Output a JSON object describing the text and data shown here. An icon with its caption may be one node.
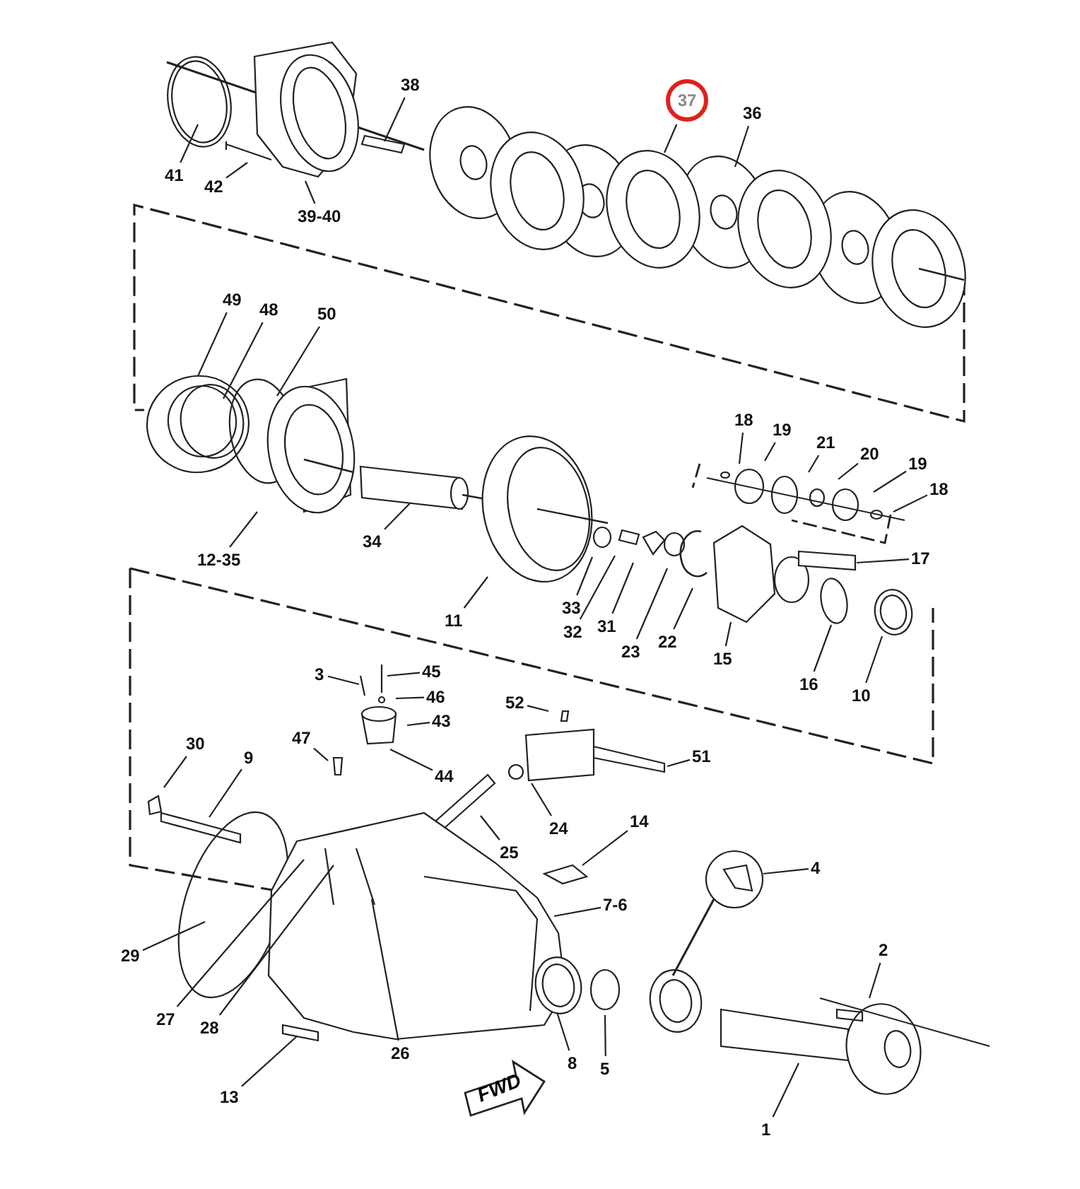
{
  "diagram": {
    "nodes": [
      {
        "text": [
          "41"
        ]
      },
      {
        "text": [
          "42"
        ]
      },
      {
        "text": [
          "39-40"
        ]
      },
      {
        "text": [
          "38"
        ]
      },
      {
        "text": [
          "37"
        ]
      },
      {
        "text": [
          "36"
        ]
      },
      {
        "text": [
          "49"
        ]
      },
      {
        "text": [
          "48"
        ]
      },
      {
        "text": [
          "50"
        ]
      },
      {
        "text": [
          "12-35"
        ]
      },
      {
        "text": [
          "34"
        ]
      },
      {
        "text": [
          "11"
        ]
      },
      {
        "text": [
          "33"
        ]
      },
      {
        "text": [
          "32"
        ]
      },
      {
        "text": [
          "31"
        ]
      },
      {
        "text": [
          "23"
        ]
      },
      {
        "text": [
          "22"
        ]
      },
      {
        "text": [
          "15"
        ]
      },
      {
        "text": [
          "16"
        ]
      },
      {
        "text": [
          "10"
        ]
      },
      {
        "text": [
          "17"
        ]
      },
      {
        "text": [
          "18"
        ]
      },
      {
        "text": [
          "19"
        ]
      },
      {
        "text": [
          "21"
        ]
      },
      {
        "text": [
          "20"
        ]
      },
      {
        "text": [
          "19"
        ]
      },
      {
        "text": [
          "18"
        ]
      },
      {
        "text": [
          "45"
        ]
      },
      {
        "text": [
          "46"
        ]
      },
      {
        "text": [
          "43"
        ]
      },
      {
        "text": [
          "3"
        ]
      },
      {
        "text": [
          "44"
        ]
      },
      {
        "text": [
          "47"
        ]
      },
      {
        "text": [
          "30"
        ]
      },
      {
        "text": [
          "9"
        ]
      },
      {
        "text": [
          "52"
        ]
      },
      {
        "text": [
          "51"
        ]
      },
      {
        "text": [
          "24"
        ]
      },
      {
        "text": [
          "25"
        ]
      },
      {
        "text": [
          "14"
        ]
      },
      {
        "text": [
          "4"
        ]
      },
      {
        "text": [
          "7-6"
        ]
      },
      {
        "text": [
          "29"
        ]
      },
      {
        "text": [
          "27"
        ]
      },
      {
        "text": [
          "28"
        ]
      },
      {
        "text": [
          "26"
        ]
      },
      {
        "text": [
          "8"
        ]
      },
      {
        "text": [
          "5"
        ]
      },
      {
        "text": [
          "13"
        ]
      },
      {
        "text": [
          "2"
        ]
      },
      {
        "text": [
          "1"
        ]
      },
      {
        "text": [
          "FWD"
        ]
      }
    ],
    "edges": [
      {
        "from": 0,
        "to": null,
        "arrow": "none"
      },
      {
        "from": 1,
        "to": null,
        "arrow": "none"
      },
      {
        "from": 2,
        "to": null,
        "arrow": "none"
      },
      {
        "from": 3,
        "to": null,
        "arrow": "none"
      },
      {
        "from": 4,
        "to": null,
        "arrow": "none"
      },
      {
        "from": 5,
        "to": null,
        "arrow": "none"
      },
      {
        "from": 6,
        "to": null,
        "arrow": "none"
      },
      {
        "from": 7,
        "to": null,
        "arrow": "none"
      },
      {
        "from": 8,
        "to": null,
        "arrow": "none"
      },
      {
        "from": 9,
        "to": null,
        "arrow": "none"
      },
      {
        "from": 10,
        "to": null,
        "arrow": "none"
      },
      {
        "from": 11,
        "to": null,
        "arrow": "none"
      },
      {
        "from": 12,
        "to": null,
        "arrow": "none"
      },
      {
        "from": 13,
        "to": null,
        "arrow": "none"
      },
      {
        "from": 14,
        "to": null,
        "arrow": "none"
      },
      {
        "from": 15,
        "to": null,
        "arrow": "none"
      },
      {
        "from": 16,
        "to": null,
        "arrow": "none"
      },
      {
        "from": 17,
        "to": null,
        "arrow": "none"
      },
      {
        "from": 18,
        "to": null,
        "arrow": "none"
      },
      {
        "from": 19,
        "to": null,
        "arrow": "none"
      },
      {
        "from": 20,
        "to": null,
        "arrow": "none"
      },
      {
        "from": 21,
        "to": null,
        "arrow": "none"
      },
      {
        "from": 22,
        "to": null,
        "arrow": "none"
      },
      {
        "from": 23,
        "to": null,
        "arrow": "none"
      },
      {
        "from": 24,
        "to": null,
        "arrow": "none"
      },
      {
        "from": 25,
        "to": null,
        "arrow": "none"
      },
      {
        "from": 26,
        "to": null,
        "arrow": "none"
      },
      {
        "from": 27,
        "to": null,
        "arrow": "none"
      },
      {
        "from": 28,
        "to": null,
        "arrow": "none"
      },
      {
        "from": 29,
        "to": null,
        "arrow": "none"
      },
      {
        "from": 30,
        "to": null,
        "arrow": "none"
      },
      {
        "from": 31,
        "to": null,
        "arrow": "none"
      },
      {
        "from": 32,
        "to": null,
        "arrow": "none"
      },
      {
        "from": 33,
        "to": null,
        "arrow": "none"
      },
      {
        "from": 34,
        "to": null,
        "arrow": "none"
      },
      {
        "from": 35,
        "to": null,
        "arrow": "none"
      },
      {
        "from": 36,
        "to": null,
        "arrow": "none"
      },
      {
        "from": 37,
        "to": null,
        "arrow": "none"
      },
      {
        "from": 38,
        "to": null,
        "arrow": "none"
      },
      {
        "from": 39,
        "to": null,
        "arrow": "none"
      },
      {
        "from": 40,
        "to": null,
        "arrow": "none"
      },
      {
        "from": 41,
        "to": null,
        "arrow": "none"
      },
      {
        "from": 42,
        "to": null,
        "arrow": "none"
      },
      {
        "from": 43,
        "to": null,
        "arrow": "none"
      },
      {
        "from": 44,
        "to": null,
        "arrow": "none"
      },
      {
        "from": 45,
        "to": null,
        "arrow": "none"
      },
      {
        "from": 46,
        "to": null,
        "arrow": "none"
      },
      {
        "from": 47,
        "to": null,
        "arrow": "none"
      },
      {
        "from": 48,
        "to": null,
        "arrow": "none"
      },
      {
        "from": 49,
        "to": null,
        "arrow": "none"
      },
      {
        "from": 50,
        "to": null,
        "arrow": "none"
      }
    ]
  }
}
